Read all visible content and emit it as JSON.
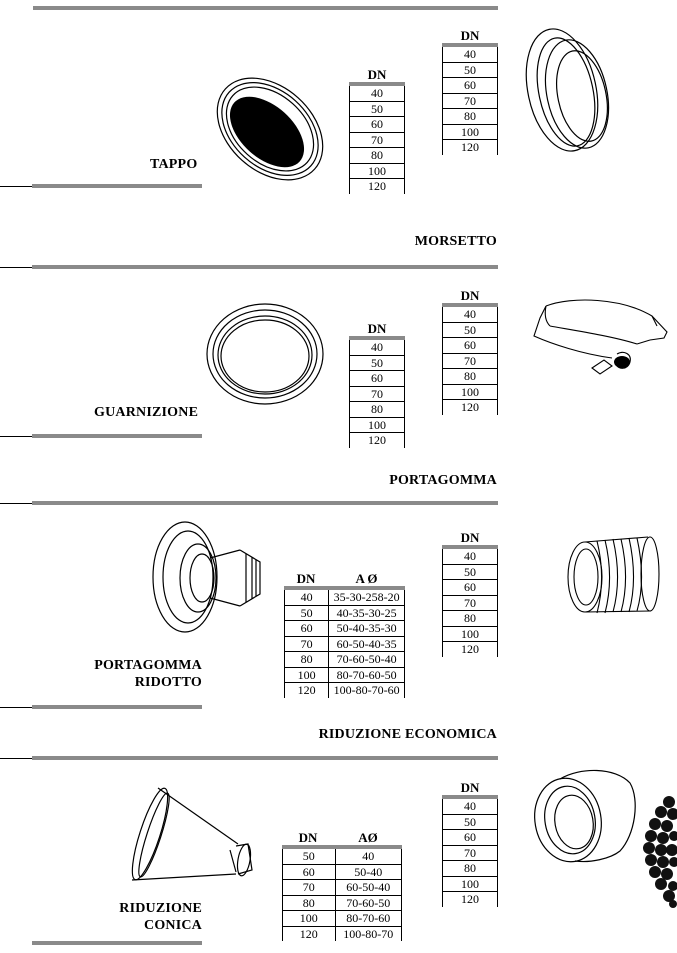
{
  "sections": {
    "tappo": {
      "title": "TAPPO",
      "table": {
        "header": "DN",
        "rows": [
          "40",
          "50",
          "60",
          "70",
          "80",
          "100",
          "120"
        ]
      }
    },
    "morsetto": {
      "title": "MORSETTO",
      "table": {
        "header": "DN",
        "rows": [
          "40",
          "50",
          "60",
          "70",
          "80",
          "100",
          "120"
        ]
      }
    },
    "guarnizione": {
      "title": "GUARNIZIONE",
      "table": {
        "header": "DN",
        "rows": [
          "40",
          "50",
          "60",
          "70",
          "80",
          "100",
          "120"
        ]
      }
    },
    "portagomma": {
      "title": "PORTAGOMMA",
      "table": {
        "header": "DN",
        "rows": [
          "40",
          "50",
          "60",
          "70",
          "80",
          "100",
          "120"
        ]
      }
    },
    "portagomma_ridotto": {
      "title_line1": "PORTAGOMMA",
      "title_line2": "RIDOTTO",
      "table": {
        "header_dn": "DN",
        "header_a": "A Ø",
        "rows": [
          {
            "dn": "40",
            "a": "35-30-258-20"
          },
          {
            "dn": "50",
            "a": "40-35-30-25"
          },
          {
            "dn": "60",
            "a": "50-40-35-30"
          },
          {
            "dn": "70",
            "a": "60-50-40-35"
          },
          {
            "dn": "80",
            "a": "70-60-50-40"
          },
          {
            "dn": "100",
            "a": "80-70-60-50"
          },
          {
            "dn": "120",
            "a": "100-80-70-60"
          }
        ]
      }
    },
    "riduzione_economica": {
      "title": "RIDUZIONE ECONOMICA",
      "table": {
        "header": "DN",
        "rows": [
          "40",
          "50",
          "60",
          "70",
          "80",
          "100",
          "120"
        ]
      }
    },
    "riduzione_conica": {
      "title_line1": "RIDUZIONE",
      "title_line2": "CONICA",
      "table": {
        "header_dn": "DN",
        "header_a": "AØ",
        "rows": [
          {
            "dn": "50",
            "a": "40"
          },
          {
            "dn": "60",
            "a": "50-40"
          },
          {
            "dn": "70",
            "a": "60-50-40"
          },
          {
            "dn": "80",
            "a": "70-60-50"
          },
          {
            "dn": "100",
            "a": "80-70-60"
          },
          {
            "dn": "120",
            "a": "100-80-70"
          }
        ]
      }
    }
  }
}
